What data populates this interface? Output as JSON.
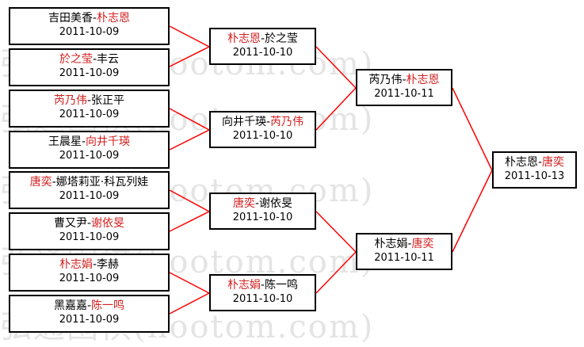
{
  "watermark": "弘通围棋(hootom.com)",
  "colors": {
    "winner": "#d42020",
    "text": "#000000",
    "line": "#ff0000",
    "border": "#000000"
  },
  "round1": [
    {
      "a": "吉田美香",
      "sep": "-",
      "b": "朴志恩",
      "winner": "b",
      "date": "2011-10-09"
    },
    {
      "a": "於之莹",
      "sep": "-",
      "b": "丰云",
      "winner": "a",
      "date": "2011-10-09"
    },
    {
      "a": "芮乃伟",
      "sep": "-",
      "b": "张正平",
      "winner": "a",
      "date": "2011-10-09"
    },
    {
      "a": "王晨星",
      "sep": "-",
      "b": "向井千瑛",
      "winner": "b",
      "date": "2011-10-09"
    },
    {
      "a": "唐奕",
      "sep": "-",
      "b": "娜塔莉亚·科瓦列娃",
      "winner": "a",
      "date": "2011-10-09"
    },
    {
      "a": "曹又尹",
      "sep": "-",
      "b": "谢依旻",
      "winner": "b",
      "date": "2011-10-09"
    },
    {
      "a": "朴志娟",
      "sep": "-",
      "b": "李赫",
      "winner": "a",
      "date": "2011-10-09"
    },
    {
      "a": "黑嘉嘉",
      "sep": "-",
      "b": "陈一鸣",
      "winner": "b",
      "date": "2011-10-09"
    }
  ],
  "round2": [
    {
      "a": "朴志恩",
      "sep": "-",
      "b": "於之莹",
      "winner": "a",
      "date": "2011-10-10"
    },
    {
      "a": "向井千瑛",
      "sep": "-",
      "b": "芮乃伟",
      "winner": "b",
      "date": "2011-10-10"
    },
    {
      "a": "唐奕",
      "sep": "-",
      "b": "谢依旻",
      "winner": "a",
      "date": "2011-10-10"
    },
    {
      "a": "朴志娟",
      "sep": "-",
      "b": "陈一鸣",
      "winner": "a",
      "date": "2011-10-10"
    }
  ],
  "round3": [
    {
      "a": "芮乃伟",
      "sep": "-",
      "b": "朴志恩",
      "winner": "b",
      "date": "2011-10-11"
    },
    {
      "a": "朴志娟",
      "sep": "-",
      "b": "唐奕",
      "winner": "b",
      "date": "2011-10-11"
    }
  ],
  "final": [
    {
      "a": "朴志恩",
      "sep": "-",
      "b": "唐奕",
      "winner": "b",
      "date": "2011-10-13"
    }
  ]
}
